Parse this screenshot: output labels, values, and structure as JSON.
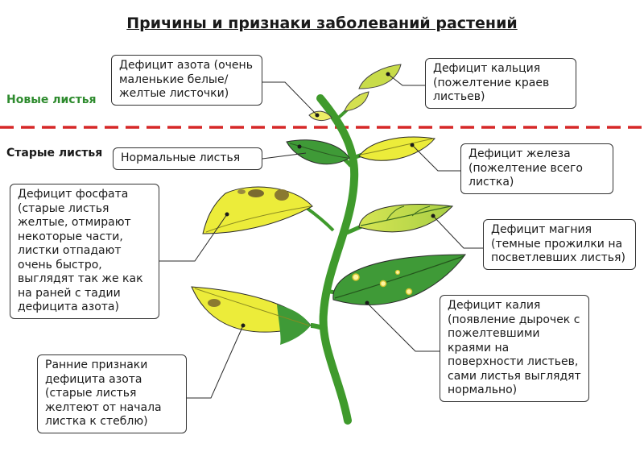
{
  "title": "Причины и признаки заболеваний растений",
  "zones": {
    "new": "Новые листья",
    "old": "Старые листья"
  },
  "callouts": {
    "nitrogen_new": "Дефицит азота (очень маленькие белые/ желтые листочки)",
    "calcium": "Дефицит кальция (пожелтение краев листьев)",
    "normal": "Нормальные листья",
    "iron": "Дефицит железа (пожелтение всего листка)",
    "phosphate": "Дефицит фосфата (старые листья желтые, отмирают некоторые части, листки отпадают очень быстро, выглядят так же как на раней с тадии дефицита азота)",
    "magnesium": "Дефицит магния (темные прожилки на посветлевших листья)",
    "potassium": "Дефицит калия (появление дырочек с пожелтевшими краями на поверхности листьев, сами листья выглядят нормально)",
    "nitrogen_early": "Ранние признаки дефицита азота (старые листья желтеют от начала листка к стеблю)"
  },
  "colors": {
    "divider": "#d62828",
    "stem": "#3f9a2c",
    "leaf_green": "#3f9a37",
    "leaf_yellow": "#ecec3a",
    "leaf_lightgreen": "#b9d848",
    "new_label": "#2e8b2e"
  }
}
